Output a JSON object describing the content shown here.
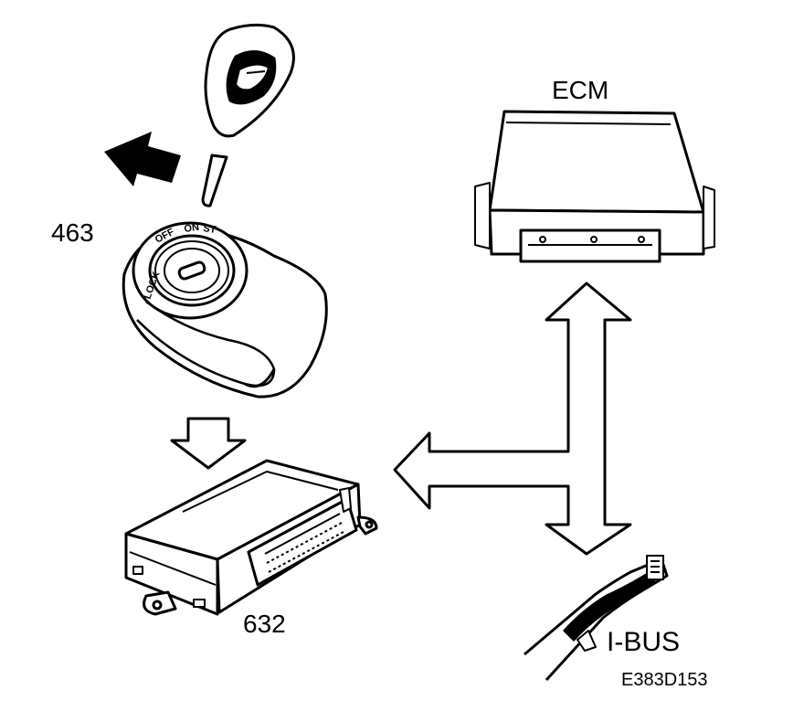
{
  "labels": {
    "ecm": "ECM",
    "ignition_switch_ref": "463",
    "ibus": "I-BUS",
    "control_module_ref": "632",
    "figure_code": "E383D153"
  },
  "switch_positions": {
    "lock": "LOCK",
    "off": "OFF",
    "on": "ON",
    "start": "ST"
  },
  "colors": {
    "ink": "#000000",
    "paper": "#ffffff"
  }
}
